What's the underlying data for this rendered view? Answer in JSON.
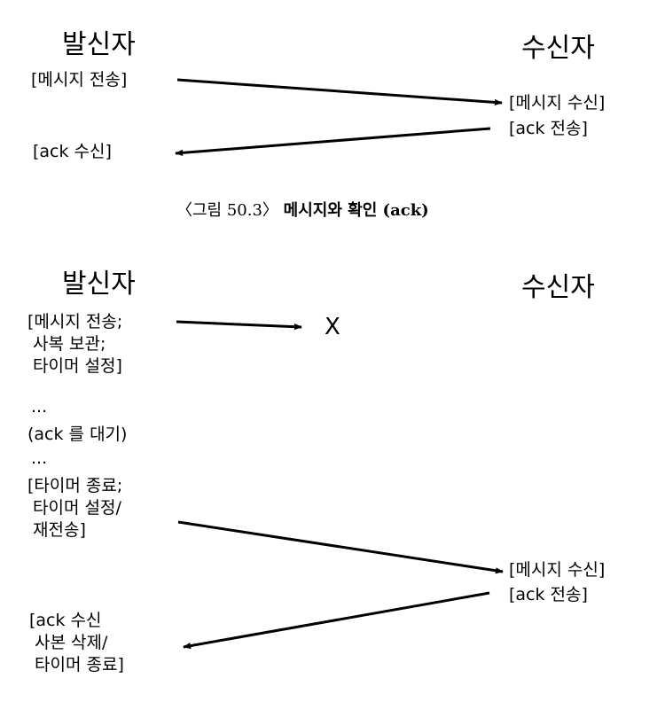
{
  "figure1": {
    "sender": "발신자",
    "receiver": "수신자",
    "send_label": "[메시지 전송]",
    "receive_label": "[메시지 수신]",
    "ack_send_label": "[ack 전송]",
    "ack_receive_label": "[ack 수신]",
    "caption_prefix": "〈그림 50.3〉",
    "caption_bold": "메시지와 확인 (ack)"
  },
  "figure2": {
    "sender": "발신자",
    "receiver": "수신자",
    "send_block": "[메시지 전송;\n 사복 보관;\n 타이머 설정]",
    "lost_marker": "X",
    "ellipsis_top": "...",
    "wait_label": "(ack 를 대기)",
    "ellipsis_bottom": "...",
    "timeout_block": "[타이머 종료;\n 타이머 설정/\n 재전송]",
    "receive_label": "[메시지 수신]",
    "ack_send_label": "[ack 전송]",
    "ack_receive_block": "[ack 수신\n 사본 삭제/\n 타이머 종료]"
  }
}
